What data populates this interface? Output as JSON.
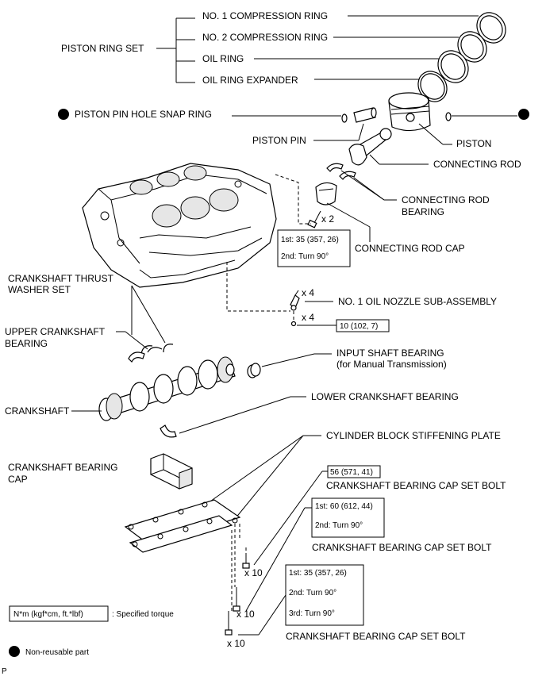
{
  "labels": {
    "no1_compression_ring": "NO. 1 COMPRESSION RING",
    "no2_compression_ring": "NO. 2 COMPRESSION RING",
    "oil_ring": "OIL RING",
    "oil_ring_expander": "OIL RING EXPANDER",
    "piston_ring_set": "PISTON RING SET",
    "piston_pin_hole_snap_ring": "PISTON PIN HOLE SNAP RING",
    "piston_pin": "PISTON PIN",
    "piston": "PISTON",
    "connecting_rod": "CONNECTING ROD",
    "connecting_rod_bearing_1": "CONNECTING ROD",
    "connecting_rod_bearing_2": "BEARING",
    "connecting_rod_cap": "CONNECTING ROD CAP",
    "crankshaft_thrust_washer_set_1": "CRANKSHAFT THRUST",
    "crankshaft_thrust_washer_set_2": "WASHER SET",
    "no1_oil_nozzle": "NO. 1 OIL NOZZLE SUB-ASSEMBLY",
    "upper_crankshaft_bearing_1": "UPPER CRANKSHAFT",
    "upper_crankshaft_bearing_2": "BEARING",
    "input_shaft_bearing": "INPUT SHAFT BEARING",
    "input_shaft_bearing_note": "(for Manual Transmission)",
    "crankshaft": "CRANKSHAFT",
    "lower_crankshaft_bearing": "LOWER CRANKSHAFT BEARING",
    "cylinder_block_stiffening_plate": "CYLINDER BLOCK STIFFENING PLATE",
    "crankshaft_bearing_cap_1": "CRANKSHAFT BEARING",
    "crankshaft_bearing_cap_2": "CAP",
    "cap_set_bolt_a": "CRANKSHAFT BEARING CAP SET BOLT",
    "cap_set_bolt_b": "CRANKSHAFT BEARING CAP SET BOLT",
    "cap_set_bolt_c": "CRANKSHAFT BEARING CAP SET BOLT"
  },
  "quantities": {
    "conrod_cap_bolt": "x 2",
    "oil_nozzle_a": "x 4",
    "oil_nozzle_b": "x 4",
    "cap_bolt_a": "x 10",
    "cap_bolt_b": "x 10",
    "cap_bolt_c": "x 10"
  },
  "torques": {
    "conrod_1st": "1st: 35 (357, 26)",
    "conrod_2nd": "2nd: Turn 90°",
    "oil_nozzle": "10 (102, 7)",
    "cap_bolt_a": "56 (571, 41)",
    "cap_bolt_b_1st": "1st: 60 (612, 44)",
    "cap_bolt_b_2nd": "2nd: Turn 90°",
    "cap_bolt_c_1st": "1st: 35 (357, 26)",
    "cap_bolt_c_2nd": "2nd: Turn 90°",
    "cap_bolt_c_3rd": "3rd: Turn 90°"
  },
  "legend": {
    "torque_unit": "N*m (kgf*cm, ft.*lbf)",
    "torque_desc": ": Specified torque",
    "non_reusable": "Non-reusable part"
  },
  "corner_mark": "P",
  "colors": {
    "line": "#000000",
    "background": "#ffffff",
    "marker": "#000000"
  }
}
